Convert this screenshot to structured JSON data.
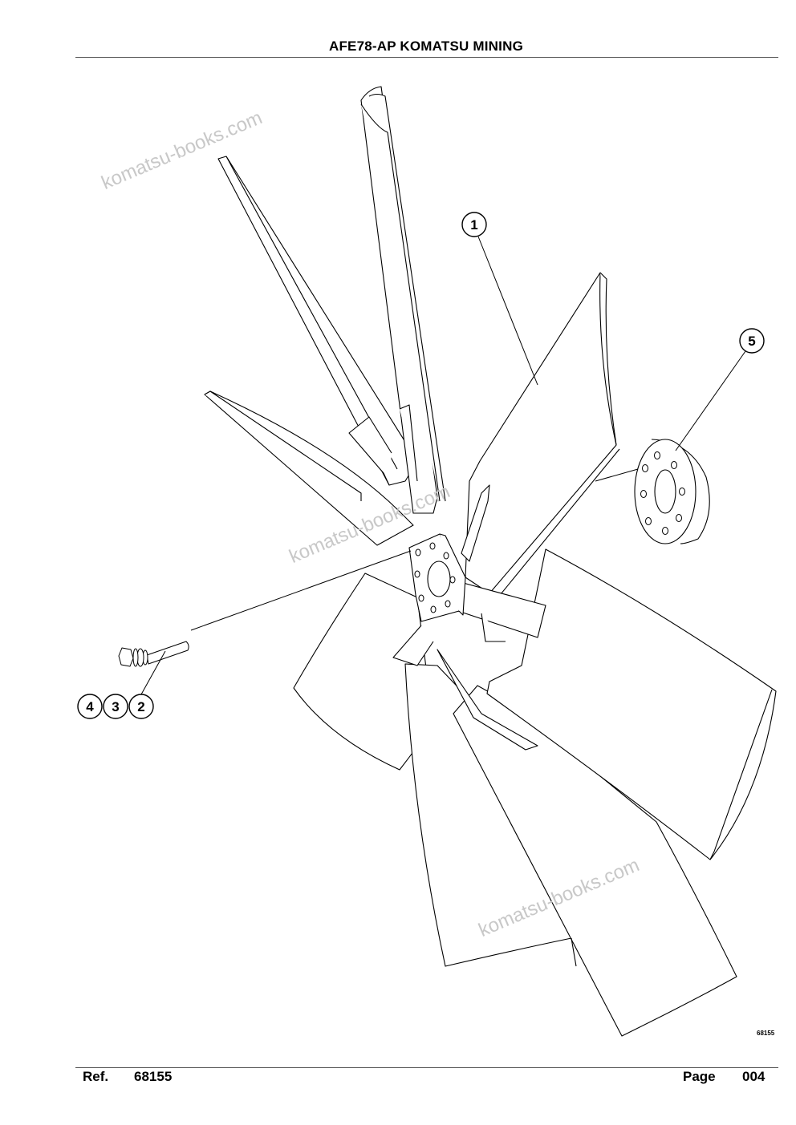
{
  "header": {
    "title": "AFE78-AP KOMATSU MINING"
  },
  "watermark": {
    "text": "komatsu-books.com"
  },
  "callouts": [
    "1",
    "5",
    "4",
    "3",
    "2"
  ],
  "drawing": {
    "number": "68155"
  },
  "footer": {
    "ref_label": "Ref.",
    "ref_value": "68155",
    "page_label": "Page",
    "page_value": "004"
  }
}
